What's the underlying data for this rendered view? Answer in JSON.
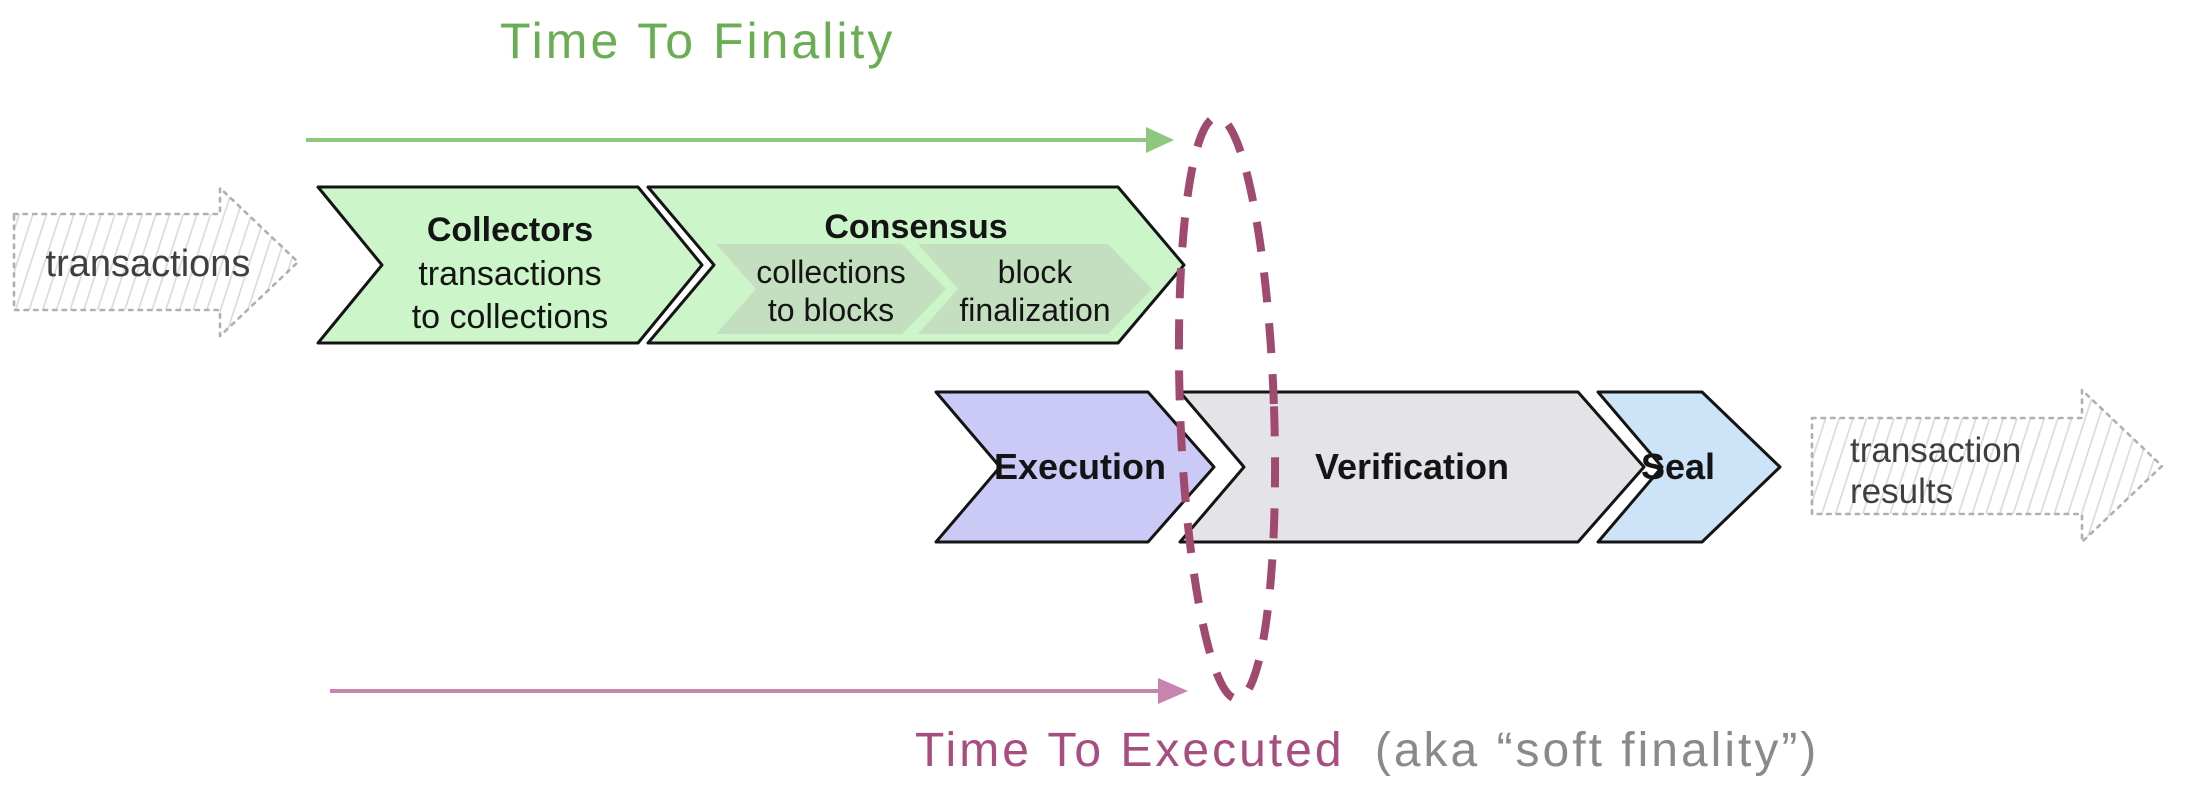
{
  "titles": {
    "finality": "Time To Finality",
    "executed": "Time To Executed",
    "executed_suffix": "(aka “soft finality”)"
  },
  "io": {
    "input_label": "transactions",
    "output_label_line1": "transaction",
    "output_label_line2": "results"
  },
  "stages": {
    "collectors": {
      "title": "Collectors",
      "desc_line1": "transactions",
      "desc_line2": "to collections"
    },
    "consensus": {
      "title": "Consensus",
      "sub_stages": [
        {
          "line1": "collections",
          "line2": "to blocks"
        },
        {
          "line1": "block",
          "line2": "finalization"
        }
      ]
    },
    "execution": {
      "title": "Execution"
    },
    "verification": {
      "title": "Verification"
    },
    "seal": {
      "title": "Seal"
    }
  },
  "colors": {
    "title_green": "#6aae53",
    "arrow_green": "#8fc77e",
    "stage_green": "#ccf5c9",
    "stage_green_sub": "#c3dfbf",
    "stage_purple": "#cbc9f6",
    "stage_gray": "#e4e3e7",
    "stage_blue": "#cde3f8",
    "ellipse_magenta": "#a04a70",
    "arrow_pink": "#c884af",
    "text_magenta": "#a84d7f",
    "suffix_gray": "#8a8a8a"
  }
}
